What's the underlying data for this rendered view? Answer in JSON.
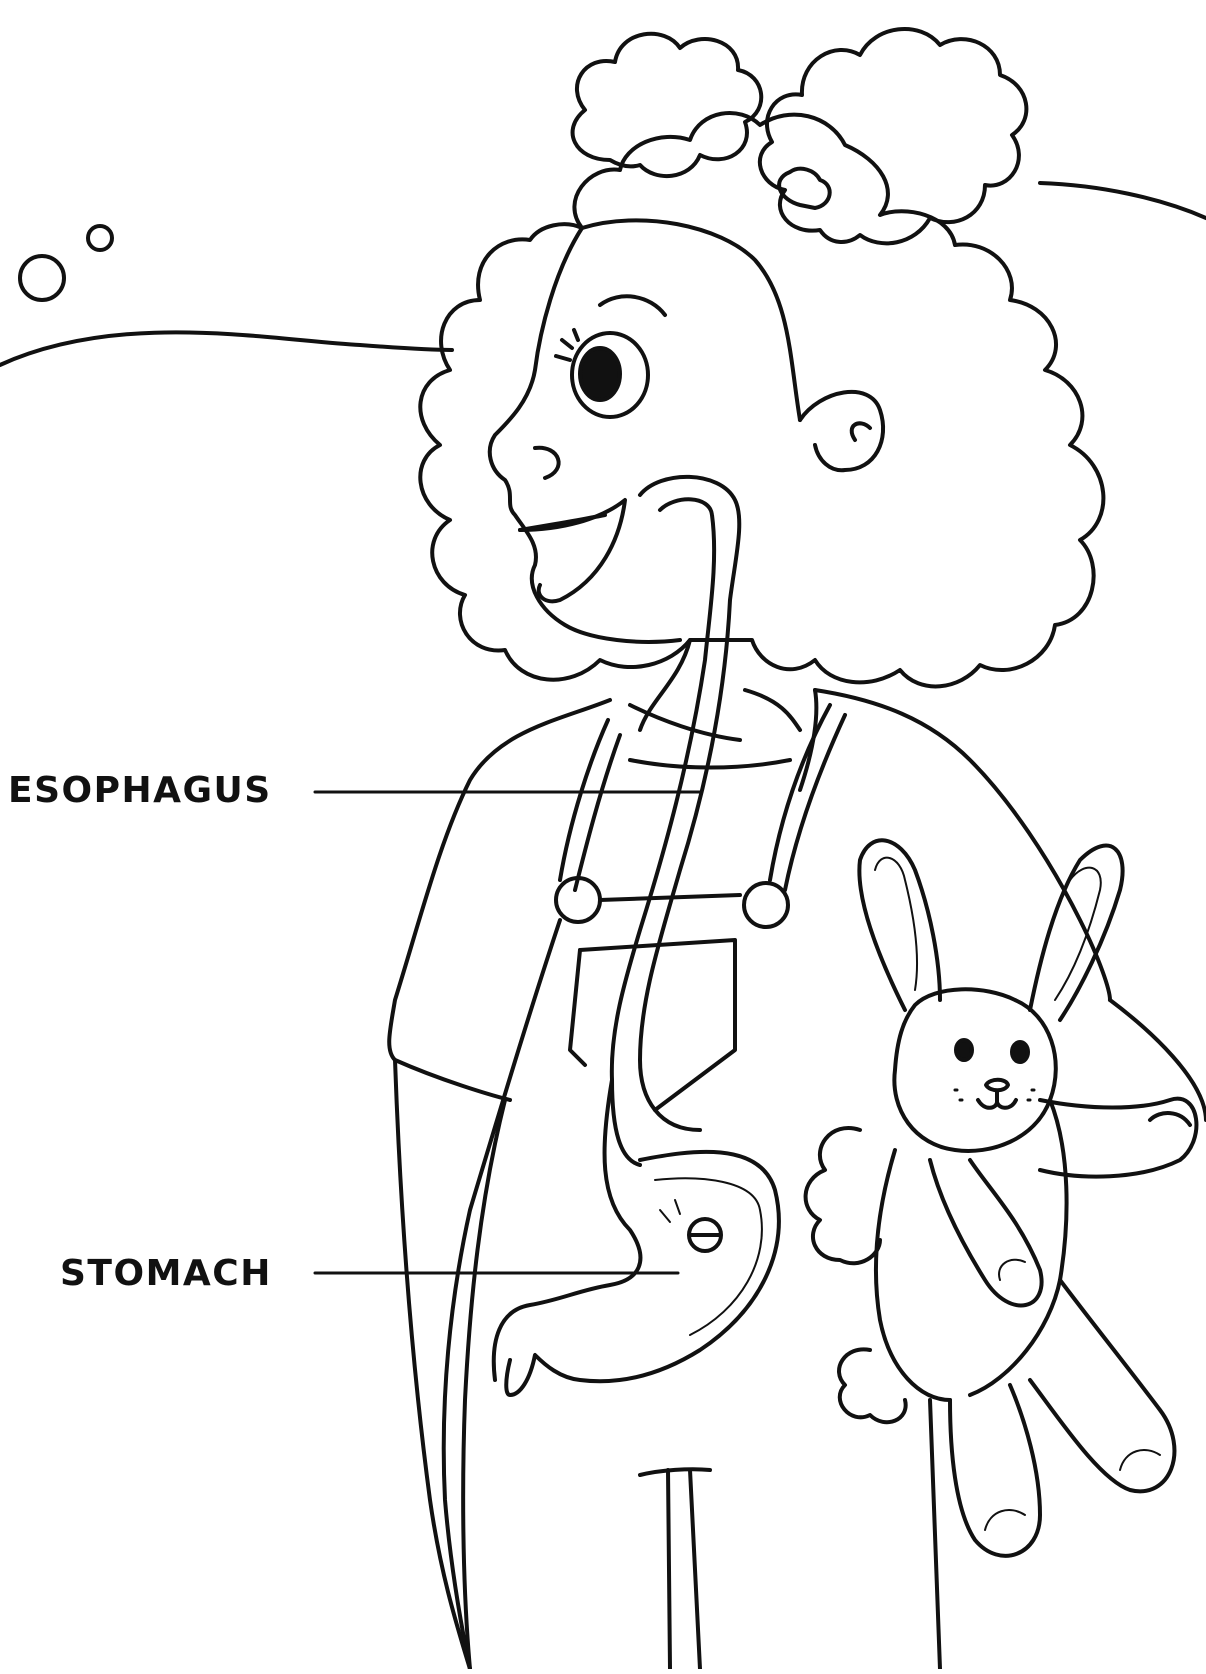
{
  "labels": {
    "esophagus": "ESOPHAGUS",
    "stomach": "STOMACH"
  },
  "colors": {
    "ink": "#111111",
    "background": "#ffffff"
  },
  "illustration": {
    "subject": "girl-with-afro-puffs-holding-bunny",
    "organs_shown": [
      "esophagus",
      "stomach"
    ]
  }
}
